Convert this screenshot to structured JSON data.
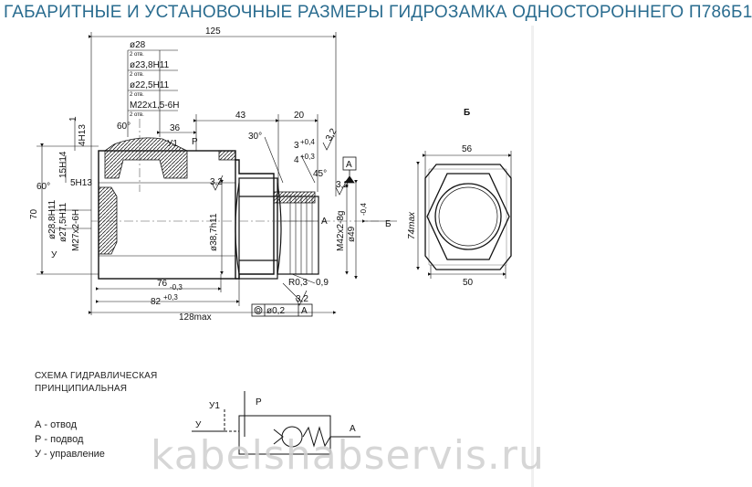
{
  "title": "ГАБАРИТНЫЕ И УСТАНОВОЧНЫЕ РАЗМЕРЫ ГИДРОЗАМКА ОДНОСТОРОННЕГО П786Б1",
  "dims": {
    "d125": "125",
    "d28": "ø28",
    "otv1": "2 отв.",
    "d23": "ø23,8H11",
    "otv2": "2 отв.",
    "d22": "ø22,5H11",
    "otv3": "2 отв.",
    "m22": "M22x1,5-6H",
    "otv4": "2 отв.",
    "d1": "1",
    "h4h13": "4H13",
    "a60a": "60°",
    "d36": "36",
    "d43": "43",
    "d20": "20",
    "a30": "30°",
    "d3a": "3",
    "t04a": "+0,4",
    "d4": "4",
    "t03a": "+0,3",
    "r32a": "3,2",
    "y1": "У1",
    "p": "Р",
    "h15": "15H14",
    "h5": "5H13",
    "a60b": "60°",
    "d70": "70",
    "d28h": "ø28,8H11",
    "d27h": "ø27,5H11",
    "m27": "M27x2-6H",
    "y": "У",
    "r32b": "3,2",
    "d38": "ø38,7h11",
    "a45": "45°",
    "r32c": "3,2",
    "ref_a": "А",
    "lbl_a": "А",
    "m42": "M42x2-8g",
    "d49": "ø49",
    "t04b": "-0,4",
    "b_arrow": "Б",
    "d76": "76",
    "t03b": "-0,3",
    "r03": "R0,3",
    "d09": "0,9",
    "r32d": "3,2",
    "d82": "82",
    "t03c": "+0,3",
    "d128": "128max",
    "tol_val": "ø0,2",
    "tol_ref": "А"
  },
  "view_b": {
    "label": "Б",
    "w56": "56",
    "h74": "74max",
    "w50": "50"
  },
  "scheme": {
    "heading_1": "СХЕМА ГИДРАВЛИЧЕСКАЯ",
    "heading_2": "ПРИНЦИПИАЛЬНАЯ",
    "legend": [
      "А - отвод",
      "Р - подвод",
      "У - управление"
    ],
    "y1": "У1",
    "p": "Р",
    "y": "У",
    "a": "А"
  },
  "watermark": "kabelshabservis.ru"
}
